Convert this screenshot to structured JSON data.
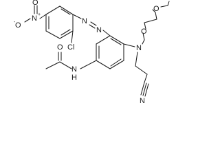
{
  "molecule": {
    "atom_labels": {
      "nitro_oxygen_minus": "O",
      "nitro_minus_sign": "-",
      "nitro_nitrogen": "N",
      "nitro_plus_sign": "+",
      "nitro_oxygen_double": "O",
      "chlorine": "Cl",
      "azo_nitrogen_1": "N",
      "azo_nitrogen_2": "N",
      "ether_oxygen_1": "O",
      "ether_oxygen_2": "O",
      "amide_oxygen": "O",
      "amide_nitrogen": "N",
      "amide_hydrogen": "H",
      "amine_nitrogen": "N",
      "nitrile_nitrogen": "N"
    }
  }
}
